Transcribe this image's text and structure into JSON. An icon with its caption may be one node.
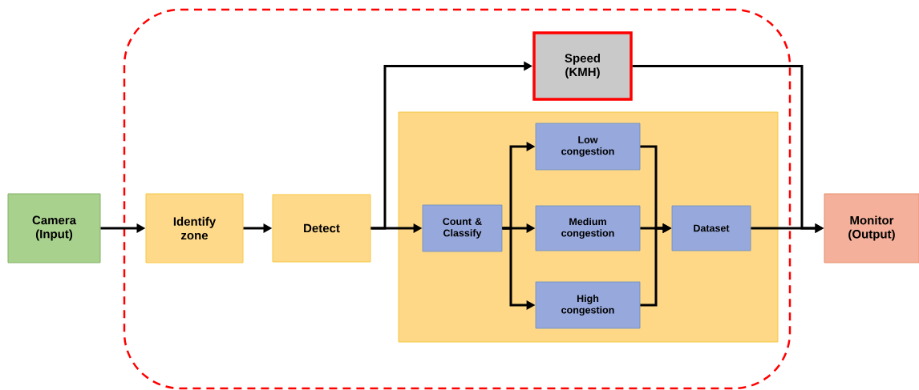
{
  "diagram": {
    "nodes": [
      {
        "text": [
          "Camera (Input)"
        ]
      },
      {
        "text": [],
        "shape": "box"
      },
      {
        "text": [
          "Identify zone"
        ],
        "in": 1
      },
      {
        "text": [
          "Detect"
        ],
        "in": 1
      },
      {
        "text": [
          "Speed (KMH)"
        ],
        "in": 1
      },
      {
        "text": [],
        "shape": "box",
        "in": 1
      },
      {
        "text": [
          "Count & Classify"
        ],
        "in": 5
      },
      {
        "text": [
          "Low congestion"
        ],
        "in": 5
      },
      {
        "text": [
          "Medium congestion"
        ],
        "in": 5
      },
      {
        "text": [
          "High congestion"
        ],
        "in": 5
      },
      {
        "text": [
          "Dataset"
        ],
        "in": 5
      },
      {
        "text": [
          "Monitor (Output)"
        ]
      }
    ],
    "edges": [
      {
        "from": 0,
        "to": 2,
        "arrow": "to"
      },
      {
        "from": 2,
        "to": 3,
        "arrow": "to"
      },
      {
        "from": 3,
        "to": 6,
        "arrow": "to"
      },
      {
        "from": 3,
        "to": 4,
        "arrow": "to"
      },
      {
        "from": 6,
        "to": 7,
        "arrow": "to"
      },
      {
        "from": 6,
        "to": 8,
        "arrow": "to"
      },
      {
        "from": 6,
        "to": 9,
        "arrow": "to"
      },
      {
        "from": 7,
        "to": 10,
        "arrow": "to"
      },
      {
        "from": 8,
        "to": 10,
        "arrow": "to"
      },
      {
        "from": 9,
        "to": 10,
        "arrow": "to"
      },
      {
        "from": 10,
        "to": 11,
        "arrow": "to"
      },
      {
        "from": 4,
        "to": 11,
        "arrow": "to"
      }
    ]
  }
}
